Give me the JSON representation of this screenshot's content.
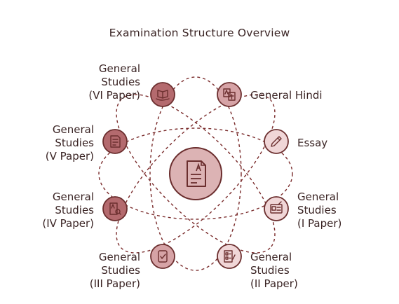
{
  "title": "Examination Structure Overview",
  "colors": {
    "stroke": "#6b2e2e",
    "dash": "#7a2b2b",
    "fill_dark": "#b46a6e",
    "fill_medium": "#d6a3a6",
    "fill_light": "#f0d6d7",
    "center_fill": "#dcb3b4",
    "text": "#3a2424"
  },
  "center": {
    "icon": "document-icon"
  },
  "papers": [
    {
      "id": "gs-vi",
      "lines": [
        "General",
        "Studies",
        "(VI Paper)"
      ],
      "icon": "book-hand-icon",
      "tone": "dark"
    },
    {
      "id": "gen-hindi",
      "lines": [
        "General Hindi"
      ],
      "icon": "language-doc-icon",
      "tone": "medium"
    },
    {
      "id": "gs-v",
      "lines": [
        "General",
        "Studies",
        "(V Paper)"
      ],
      "icon": "notes-icon",
      "tone": "dark"
    },
    {
      "id": "essay",
      "lines": [
        "Essay"
      ],
      "icon": "pencil-icon",
      "tone": "light"
    },
    {
      "id": "gs-iv",
      "lines": [
        "General",
        "Studies",
        "(IV Paper)"
      ],
      "icon": "search-doc-icon",
      "tone": "dark"
    },
    {
      "id": "gs-i",
      "lines": [
        "General",
        "Studies",
        "(I Paper)"
      ],
      "icon": "id-card-icon",
      "tone": "light"
    },
    {
      "id": "gs-iii",
      "lines": [
        "General",
        "Studies",
        "(III Paper)"
      ],
      "icon": "tablet-check-icon",
      "tone": "medium"
    },
    {
      "id": "gs-ii",
      "lines": [
        "General",
        "Studies",
        "(II Paper)"
      ],
      "icon": "checklist-icon",
      "tone": "light"
    }
  ]
}
